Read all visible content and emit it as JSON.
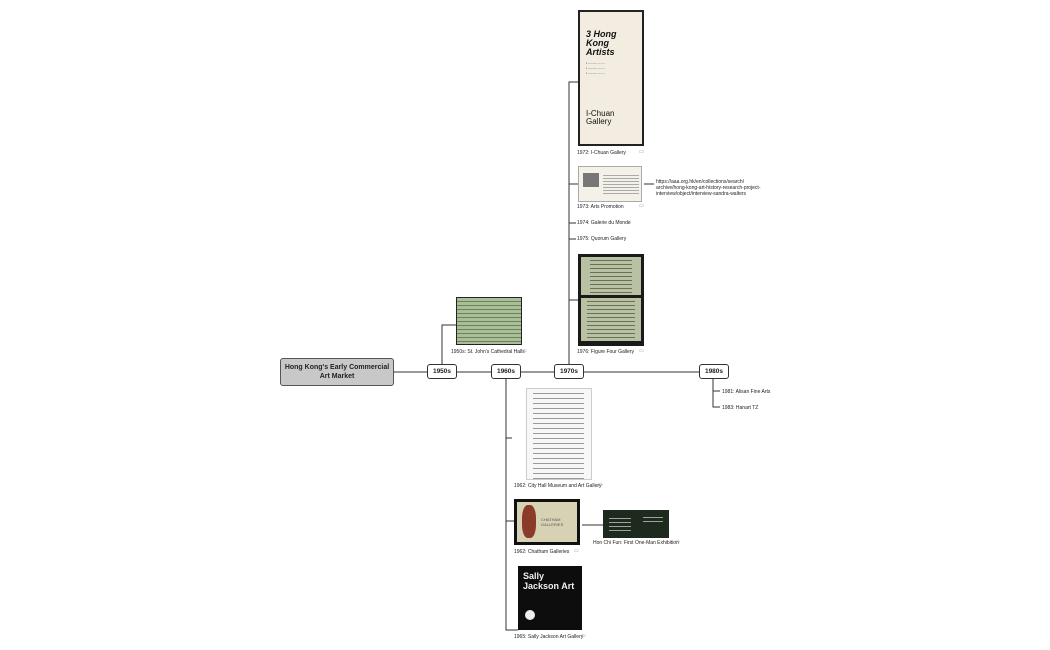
{
  "root": {
    "title": "Hong Kong's Early Commercial Art Market"
  },
  "decades": {
    "d1950s": "1950s",
    "d1960s": "1960s",
    "d1970s": "1970s",
    "d1980s": "1980s"
  },
  "items": {
    "i1950": "1950s: St. John's Cathedral Halls",
    "i1962a": "1962: City Hall Museum and Art Gallery",
    "i1962b": "1962: Chatham Galleries",
    "ihon": "Hon Chi Fun: First One-Man Exhibition",
    "i1965": "1965: Sally Jackson Art Gallery",
    "i1972": "1972: I-Chuan Gallery",
    "i1973": "1973: Arts Promotion",
    "i1974": "1974: Galerie du Monde",
    "i1975": "1975: Quorum Gallery",
    "i1976": "1976: Figure Four Gallery",
    "i1981": "1981: Alisan Fine Arts",
    "i1983": "1983: Hanart TZ"
  },
  "url_note": "https://aaa.org.hk/en/collections/search/\narchive/hong-kong-art-history-research-project-\ninterview/object/interview-sandra-walters",
  "thumbs": {
    "ichuan_title": "3 Hong Kong Artists",
    "ichuan_gallery": "I-Chuan Gallery",
    "chatham": "CHATHAM GALLERIES",
    "sally": "Sally Jackson Art"
  },
  "icons": {
    "note": "note-icon"
  }
}
